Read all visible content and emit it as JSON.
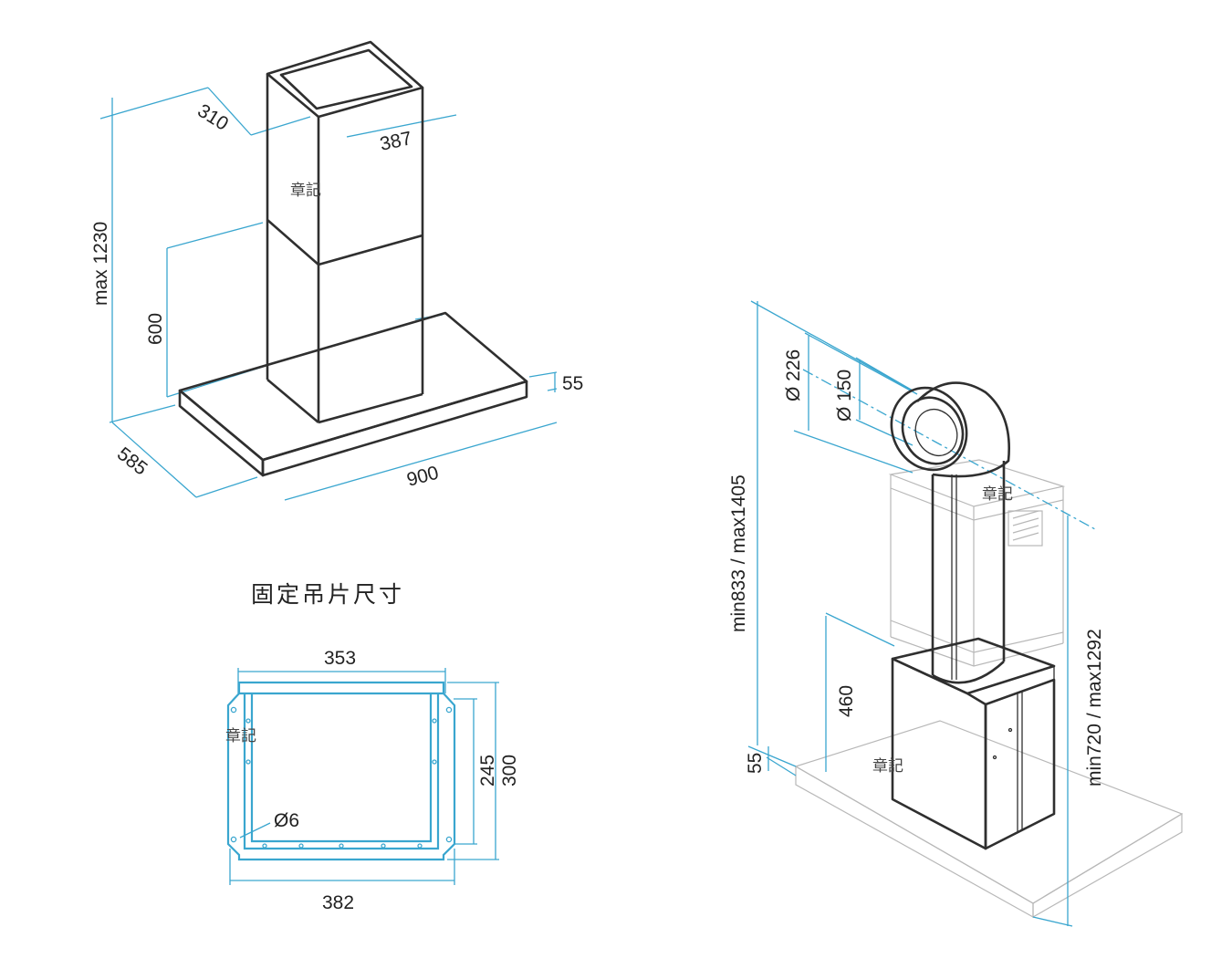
{
  "colors": {
    "outline": "#2f2f2f",
    "dimension": "#3aa6cf",
    "ghost": "#b8b8b8",
    "text": "#222222"
  },
  "hood": {
    "chimney_width": "310",
    "chimney_depth": "387",
    "max_height": "max 1230",
    "lower_chimney": "600",
    "canopy_thickness": "55",
    "canopy_depth": "585",
    "canopy_width": "900",
    "stamp": "章記"
  },
  "bracket": {
    "caption": "固定吊片尺寸",
    "top_width": "353",
    "bottom_width": "382",
    "inner_height": "245",
    "outer_height": "300",
    "hole": "Ø6",
    "stamp": "章記"
  },
  "duct": {
    "outer_diameter": "Ø 226",
    "inner_diameter": "Ø 150",
    "overall_range": "min833 / max1405",
    "unit_height": "460",
    "canopy_thickness": "55",
    "right_range": "min720 / max1292",
    "stamp_top": "章記",
    "stamp_body": "章記"
  }
}
